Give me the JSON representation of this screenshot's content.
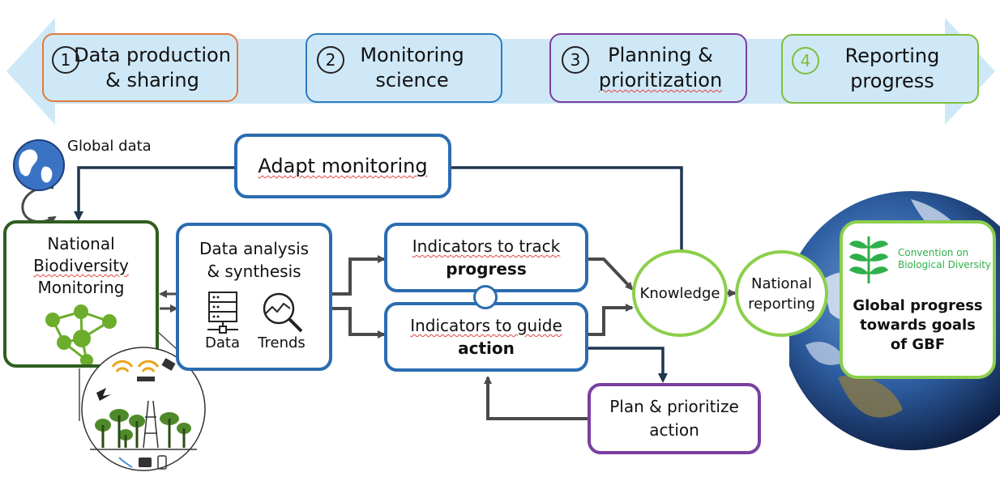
{
  "stages": [
    {
      "number": "1",
      "line1": "Data production",
      "line2": "& sharing",
      "color": "#e07b3c"
    },
    {
      "number": "2",
      "line1": "Monitoring",
      "line2": "science",
      "color": "#2f7bbf"
    },
    {
      "number": "3",
      "line1": "Planning &",
      "line2": "prioritization",
      "color": "#7a3fa0"
    },
    {
      "number": "4",
      "line1": "Reporting",
      "line2": "progress",
      "color": "#7cbf3a"
    }
  ],
  "global_data": "Global data",
  "adapt": "Adapt monitoring",
  "nbm": {
    "line1": "National",
    "line2": "Biodiversity",
    "line3": "Monitoring"
  },
  "analysis": {
    "line1": "Data analysis",
    "line2": "& synthesis",
    "data_label": "Data",
    "trends_label": "Trends"
  },
  "track": {
    "line1": "Indicators to track",
    "line2": "progress"
  },
  "guide": {
    "line1": "Indicators to guide",
    "line2": "action"
  },
  "plan": {
    "line1": "Plan & prioritize",
    "line2": "action"
  },
  "knowledge": "Knowledge",
  "national_reporting": {
    "line1": "National",
    "line2": "reporting"
  },
  "cbd": {
    "line1": "Convention on",
    "line2": "Biological Diversity"
  },
  "global_progress": {
    "line1": "Global progress",
    "line2": "towards goals",
    "line3": "of GBF"
  },
  "colors": {
    "blue_box": "#2b6cb0",
    "dark_green": "#2f5e1f",
    "light_green": "#8ccf4b",
    "purple": "#7a3fa0",
    "arrow_navy": "#1f3550",
    "arrow_gray": "#4a4a4a",
    "banner": "#cfe8f7"
  }
}
